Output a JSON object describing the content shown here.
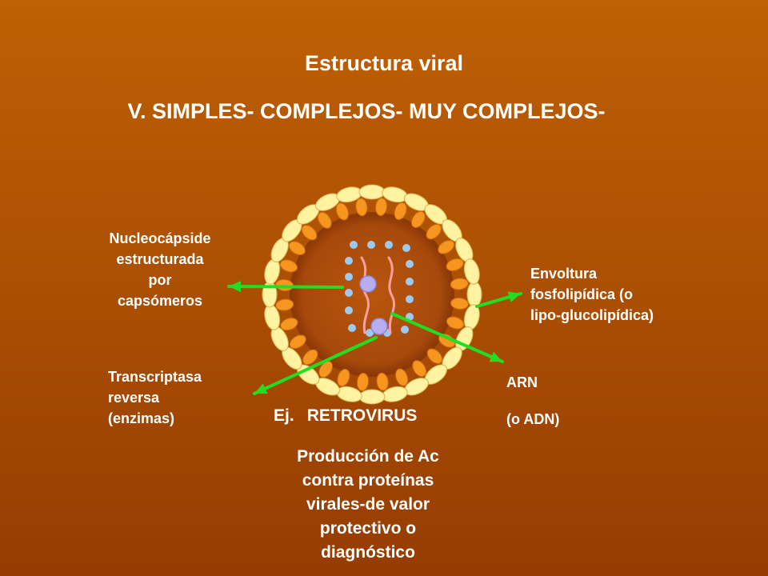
{
  "title": "Estructura viral",
  "subtitle": "V. SIMPLES- COMPLEJOS- MUY COMPLEJOS-",
  "labels": {
    "nucleocapside": [
      "Nucleocápside",
      "estructurada",
      "por",
      "capsómeros"
    ],
    "envoltura": [
      "Envoltura",
      "fosfolipídica (o",
      "lipo-glucolipídica)"
    ],
    "transcriptasa": [
      "Transcriptasa",
      "reversa",
      "(enzimas)"
    ],
    "arn": [
      "ARN",
      "(o ADN)"
    ]
  },
  "example": {
    "prefix": "Ej.",
    "name": "RETROVIRUS"
  },
  "production": [
    "Producción de Ac",
    "contra proteínas",
    "virales-de valor",
    "protectivo o",
    "diagnóstico"
  ],
  "colors": {
    "background_top": "#be6004",
    "background_bottom": "#963c02",
    "arrow": "#22dd22",
    "lipid_head_outer": "#fff2a0",
    "lipid_head_inner": "#f7961e",
    "core_fill": "#a44a0c",
    "capsomere_dot": "#9ec9ee",
    "rna_strand": "#ff9f9f",
    "enzyme": "#b6aef0",
    "text": "#ffffff"
  }
}
